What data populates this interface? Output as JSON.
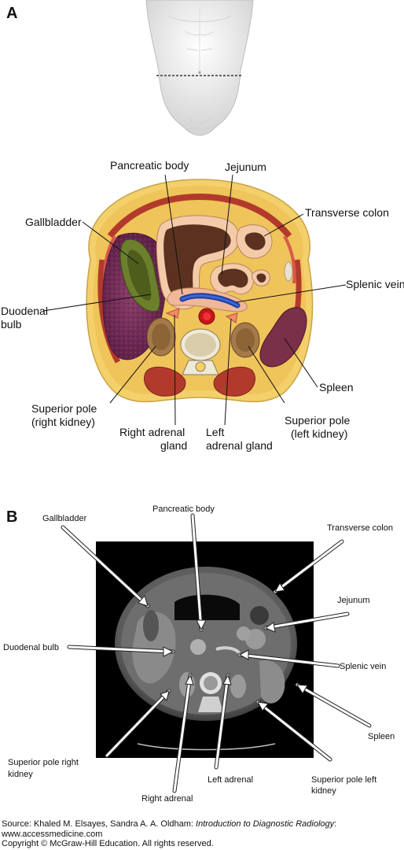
{
  "panel_a": {
    "letter": "A",
    "labels": {
      "pancreatic_body": "Pancreatic body",
      "jejunum": "Jejunum",
      "gallbladder": "Gallbladder",
      "transverse_colon": "Transverse colon",
      "splenic_vein": "Splenic vein",
      "duodenal_bulb_1": "Duodenal",
      "duodenal_bulb_2": "bulb",
      "spleen": "Spleen",
      "sup_pole_right_1": "Superior pole",
      "sup_pole_right_2": "(right kidney)",
      "right_adrenal_1": "Right adrenal",
      "right_adrenal_2": "gland",
      "left_adrenal_1": "Left",
      "left_adrenal_2": "adrenal gland",
      "sup_pole_left_1": "Superior pole",
      "sup_pole_left_2": "(left kidney)"
    }
  },
  "panel_b": {
    "letter": "B",
    "labels": {
      "pancreatic_body": "Pancreatic body",
      "gallbladder": "Gallbladder",
      "transverse_colon": "Transverse colon",
      "jejunum": "Jejunum",
      "duodenal_bulb": "Duodenal bulb",
      "splenic_vein": "Splenic vein",
      "spleen": "Spleen",
      "sup_pole_right_1": "Superior pole right",
      "sup_pole_right_2": "kidney",
      "left_adrenal": "Left adrenal",
      "sup_pole_left_1": "Superior pole left",
      "sup_pole_left_2": "kidney",
      "right_adrenal": "Right adrenal"
    }
  },
  "source": {
    "prefix": "Source: Khaled M. Elsayes, Sandra A. A. Oldham: ",
    "book_title": "Introduction to Diagnostic Radiology",
    "suffix": ":",
    "url": "www.accessmedicine.com",
    "copyright": "Copyright © McGraw-Hill Education. All rights reserved."
  }
}
